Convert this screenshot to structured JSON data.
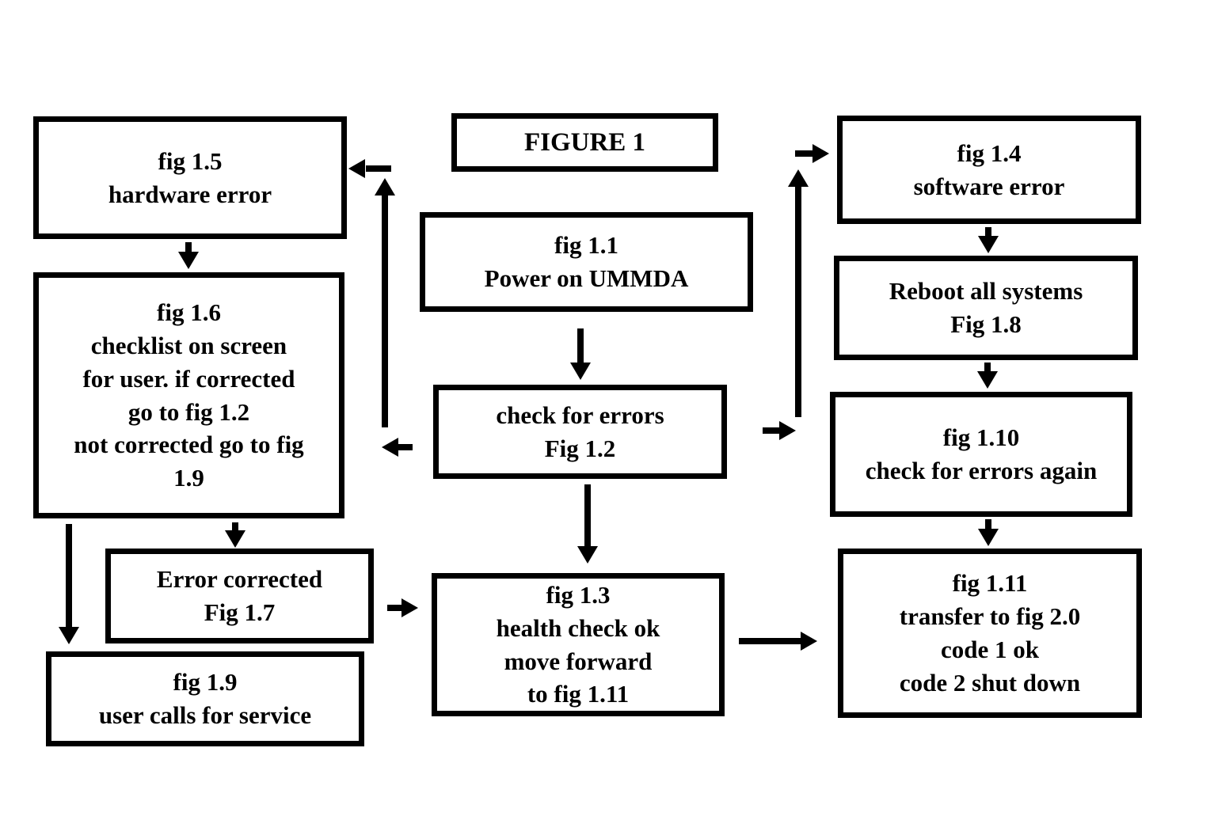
{
  "figure_title": "FIGURE 1",
  "nodes": {
    "power_on": {
      "id": "fig 1.1",
      "text": "fig 1.1\nPower on UMMDA"
    },
    "check_errors": {
      "id": "Fig 1.2",
      "text": "check for errors\nFig 1.2"
    },
    "health_check": {
      "id": "fig 1.3",
      "text": "fig 1.3\nhealth check ok\nmove forward\nto fig 1.11"
    },
    "software_error": {
      "id": "fig 1.4",
      "text": "fig 1.4\nsoftware error"
    },
    "hardware_error": {
      "id": "fig 1.5",
      "text": "fig 1.5\nhardware error"
    },
    "checklist": {
      "id": "fig 1.6",
      "text": "fig 1.6\nchecklist on screen\nfor user. if corrected\ngo to fig 1.2\nnot corrected go to fig\n1.9"
    },
    "error_corrected": {
      "id": "Fig 1.7",
      "text": "Error corrected\nFig 1.7"
    },
    "reboot": {
      "id": "Fig 1.8",
      "text": "Reboot all systems\nFig 1.8"
    },
    "user_calls": {
      "id": "fig 1.9",
      "text": "fig 1.9\nuser calls for service"
    },
    "check_again": {
      "id": "fig 1.10",
      "text": "fig 1.10\ncheck for errors again"
    },
    "transfer": {
      "id": "fig 1.11",
      "text": "fig 1.11\ntransfer to fig 2.0\ncode 1 ok\ncode 2 shut down"
    }
  },
  "edges": [
    {
      "from": "fig 1.1",
      "to": "Fig 1.2",
      "direction": "down"
    },
    {
      "from": "Fig 1.2",
      "to": "fig 1.5",
      "direction": "left-then-up"
    },
    {
      "from": "Fig 1.2",
      "to": "fig 1.4",
      "direction": "right-then-up"
    },
    {
      "from": "Fig 1.2",
      "to": "fig 1.3",
      "direction": "down"
    },
    {
      "from": "fig 1.5",
      "to": "fig 1.6",
      "direction": "down"
    },
    {
      "from": "fig 1.6",
      "to": "Fig 1.7",
      "direction": "down"
    },
    {
      "from": "fig 1.6",
      "to": "fig 1.9",
      "direction": "down"
    },
    {
      "from": "Fig 1.7",
      "to": "fig 1.3",
      "direction": "right"
    },
    {
      "from": "fig 1.3",
      "to": "fig 1.11",
      "direction": "right"
    },
    {
      "from": "fig 1.4",
      "to": "Fig 1.8",
      "direction": "down"
    },
    {
      "from": "Fig 1.8",
      "to": "fig 1.10",
      "direction": "down"
    },
    {
      "from": "fig 1.10",
      "to": "fig 1.11",
      "direction": "down"
    }
  ],
  "colors": {
    "line": "#000000",
    "background": "#ffffff",
    "text": "#000000"
  }
}
